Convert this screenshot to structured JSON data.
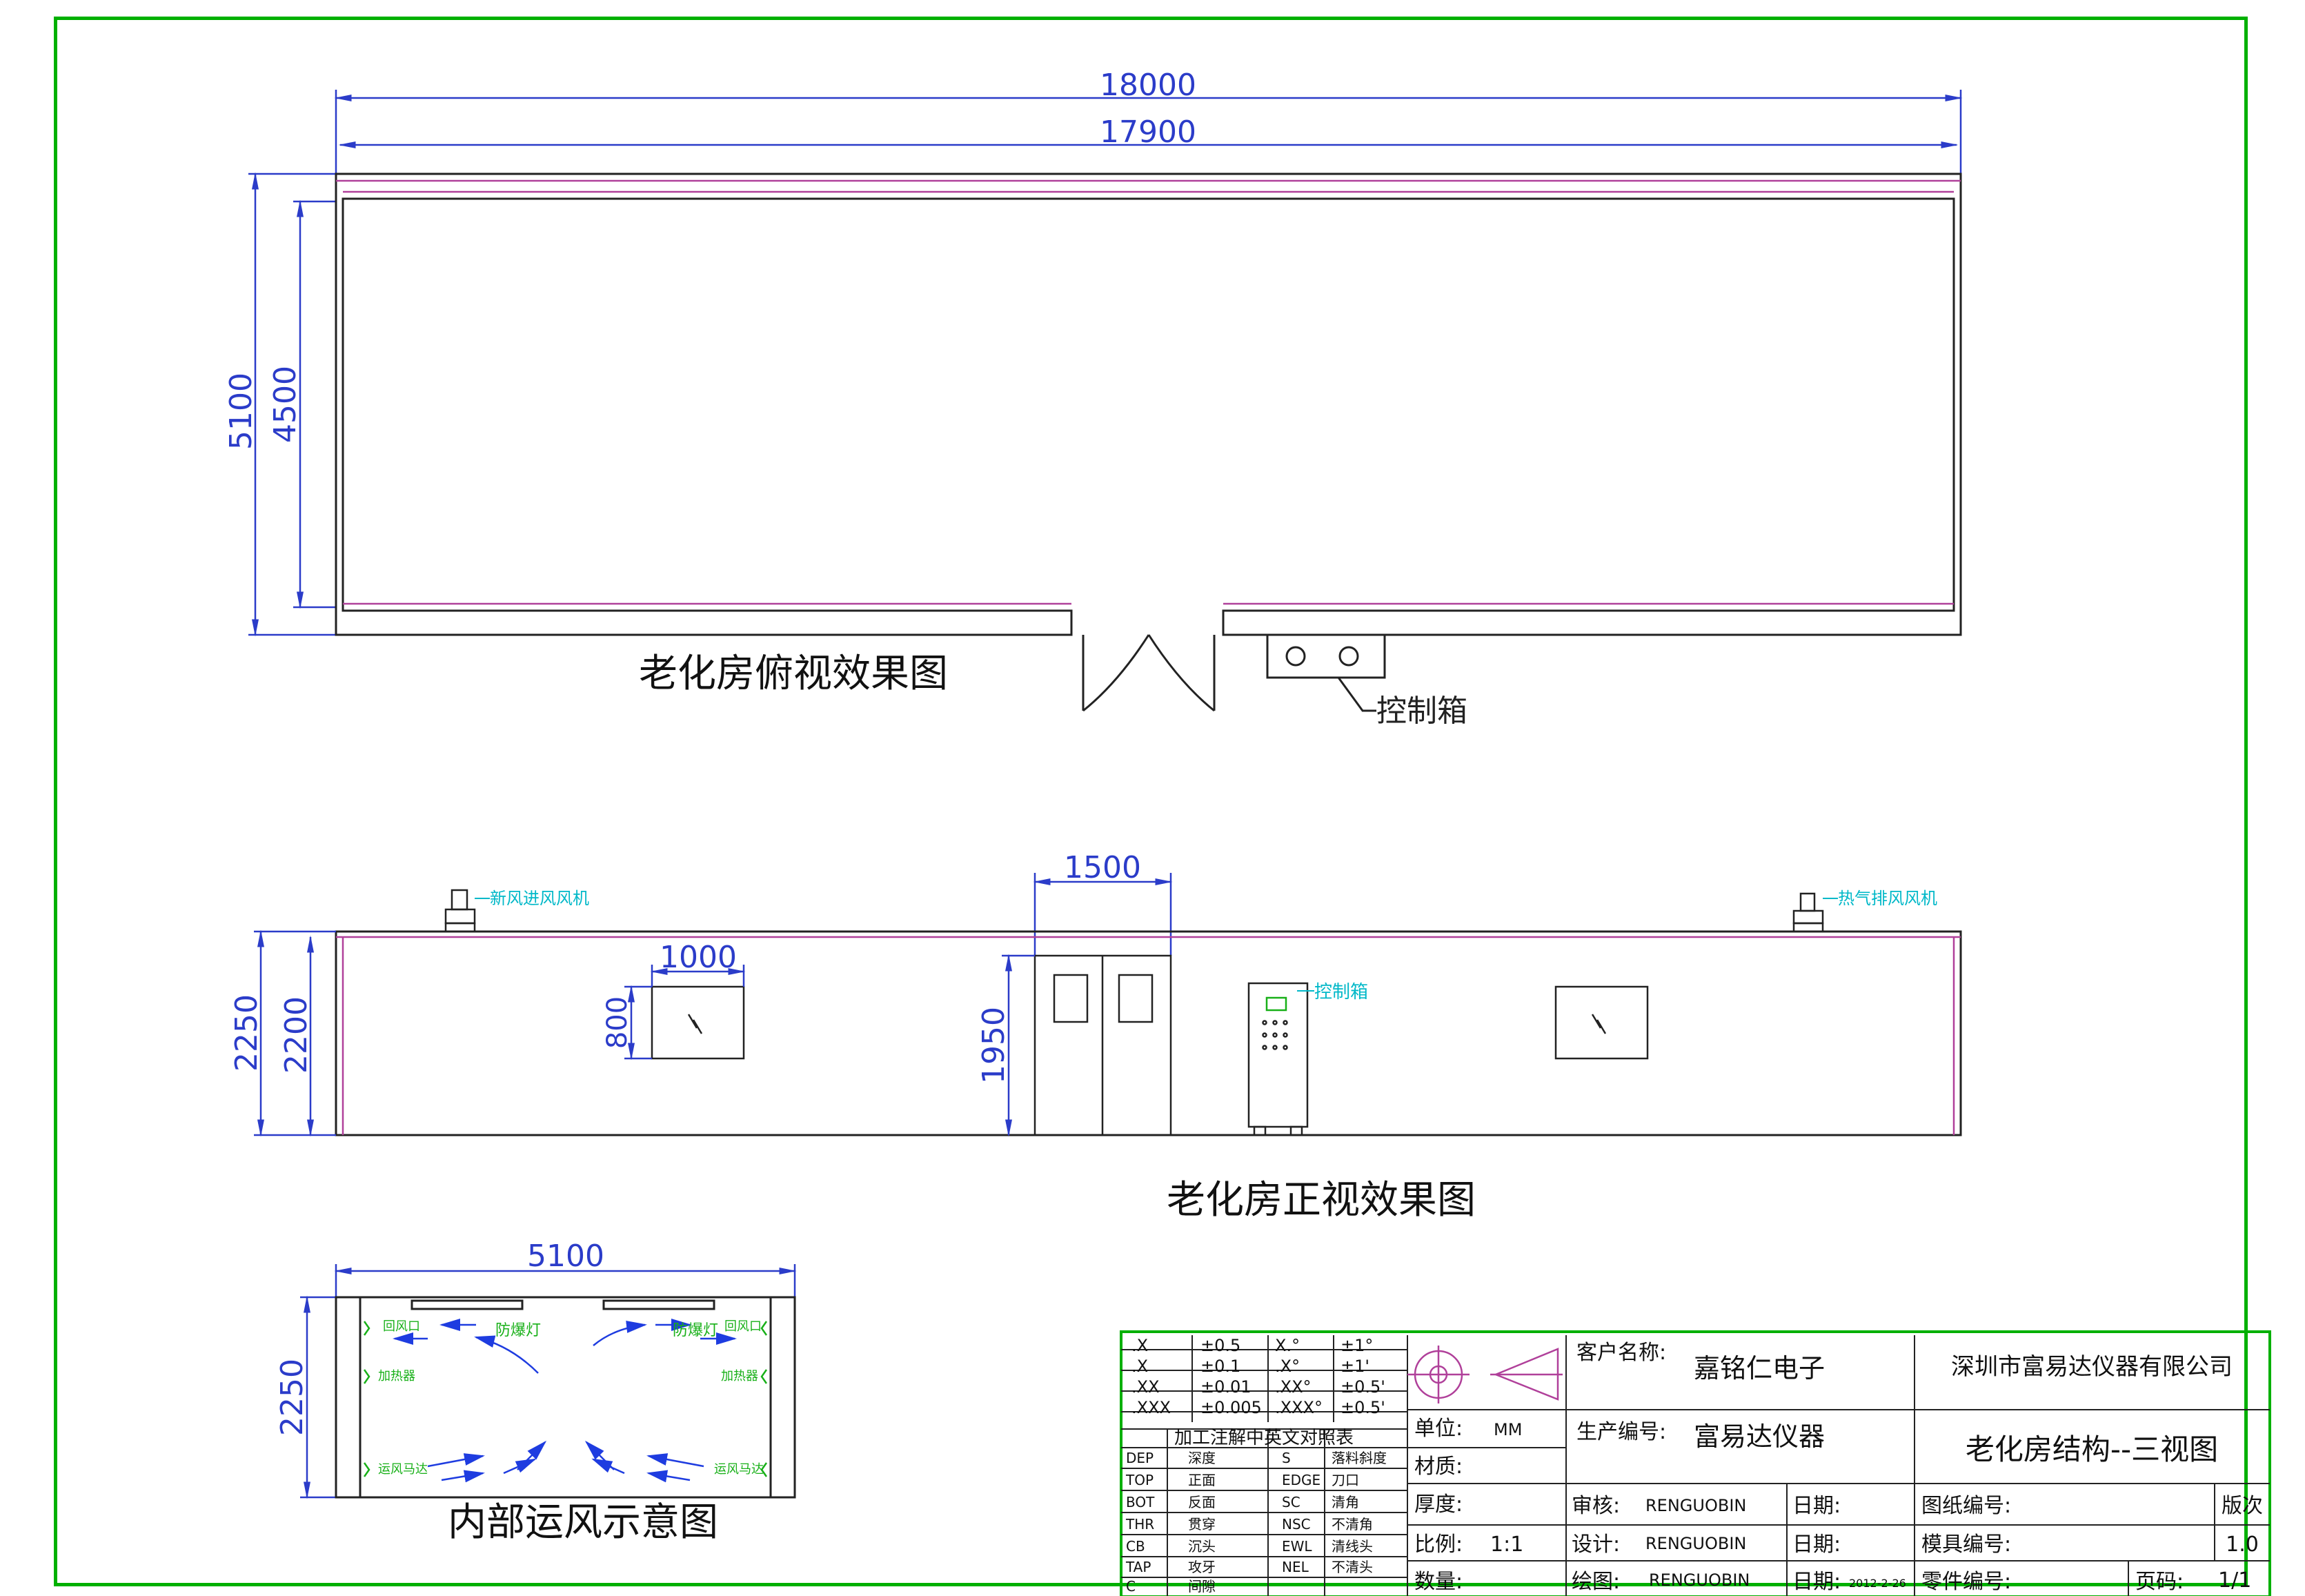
{
  "top_view": {
    "caption": "老化房俯视效果图",
    "dim_total_length": "18000",
    "dim_inner_length": "17900",
    "dim_total_width": "5100",
    "dim_inner_width": "4500",
    "control_box_label": "控制箱"
  },
  "front_view": {
    "caption": "老化房正视效果图",
    "dim_door_width": "1500",
    "dim_window_width": "1000",
    "dim_window_height": "800",
    "dim_total_height": "2250",
    "dim_inner_height": "2200",
    "dim_door_height": "1950",
    "fresh_air_fan_label": "新风进风风机",
    "exhaust_fan_label": "热气排风风机",
    "control_box_label": "控制箱"
  },
  "airflow_view": {
    "caption": "内部运风示意图",
    "dim_width": "5100",
    "dim_height": "2250",
    "labels": {
      "return_left": "回风口",
      "return_right": "回风口",
      "explosion_left": "防爆灯",
      "explosion_right": "防爆灯",
      "heater_left": "加热器",
      "heater_right": "加热器",
      "motor_left": "运风马达",
      "motor_right": "运风马达"
    }
  },
  "tolerance_table": [
    [
      ".X",
      "±0.5",
      "X.°",
      "±1°"
    ],
    [
      ".X",
      "±0.1",
      ".X°",
      "±1'"
    ],
    [
      ".XX",
      "±0.01",
      ".XX°",
      "±0.5'"
    ],
    [
      ".XXX",
      "±0.005",
      ".XXX°",
      "±0.5'"
    ]
  ],
  "abbrev_title": "加工注解中英文对照表",
  "abbrev_table": [
    [
      "DEP",
      "深度",
      "S",
      "落料斜度"
    ],
    [
      "TOP",
      "正面",
      "EDGE",
      "刀口"
    ],
    [
      "BOT",
      "反面",
      "SC",
      "清角"
    ],
    [
      "THR",
      "贯穿",
      "NSC",
      "不清角"
    ],
    [
      "CB",
      "沉头",
      "EWL",
      "清线头"
    ],
    [
      "TAP",
      "攻牙",
      "NEL",
      "不清头"
    ],
    [
      "C",
      "间隙",
      "",
      ""
    ]
  ],
  "title_block": {
    "unit_label": "单位:",
    "unit_value": "MM",
    "material_label": "材质:",
    "thickness_label": "厚度:",
    "scale_label": "比例:",
    "scale_value": "1:1",
    "quantity_label": "数量:",
    "customer_label": "客户名称:",
    "customer_value": "嘉铭仁电子",
    "production_label": "生产编号:",
    "production_value": "富易达仪器",
    "review_label": "审核:",
    "review_value": "RENGUOBIN",
    "design_label": "设计:",
    "design_value": "RENGUOBIN",
    "drawing_label": "绘图:",
    "drawing_value": "RENGUOBIN",
    "date_label_1": "日期:",
    "date_label_2": "日期:",
    "date_label_3": "日期:",
    "date_value_3": "2012-2-26",
    "company": "深圳市富易达仪器有限公司",
    "drawing_title": "老化房结构--三视图",
    "drawing_no_label": "图纸编号:",
    "mold_no_label": "模具编号:",
    "part_no_label": "零件编号:",
    "revision_label": "版次",
    "revision_value": "1.0",
    "page_label": "页码:",
    "page_value": "1/1"
  },
  "colors": {
    "frame": "#00b000",
    "dimension": "#2b3cc9",
    "wall": "#b0409a",
    "annotation": "#00b8c8",
    "airflow_arrow": "#1e3ce0",
    "airflow_label": "#18b018",
    "line": "#222222"
  }
}
